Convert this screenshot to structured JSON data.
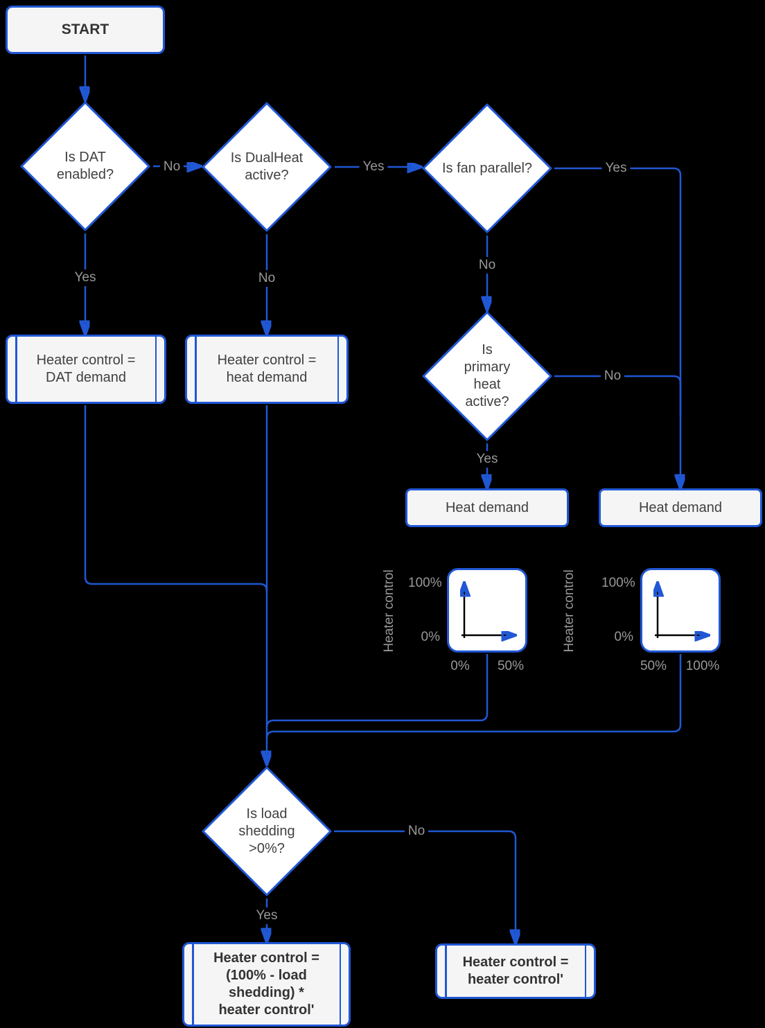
{
  "title": "Heater control flowchart",
  "colors": {
    "background": "#000000",
    "stroke": "#2057d4",
    "node_fill": "#f5f5f5",
    "diamond_fill": "#ffffff",
    "node_text": "#404040",
    "muted_label": "#999999",
    "axis": "#000000"
  },
  "nodes": {
    "start": {
      "label": "START"
    },
    "dat_enabled": {
      "label": "Is DAT enabled?"
    },
    "dualheat_active": {
      "label": "Is DualHeat active?"
    },
    "fan_parallel": {
      "label": "Is fan parallel?"
    },
    "primary_heat": {
      "label": "Is primary heat active?"
    },
    "heater_dat": {
      "label": "Heater control = DAT demand"
    },
    "heater_heat": {
      "label": "Heater control = heat demand"
    },
    "heat_demand_left": {
      "label": "Heat demand"
    },
    "heat_demand_right": {
      "label": "Heat demand"
    },
    "load_shedding": {
      "label": "Is load shedding >0%?"
    },
    "heater_shed": {
      "label": "Heater control = (100% - load shedding) * heater control'"
    },
    "heater_prime": {
      "label": "Heater control = heater control'"
    }
  },
  "edge_labels": {
    "dat_no": "No",
    "dat_yes": "Yes",
    "dualheat_yes": "Yes",
    "dualheat_no": "No",
    "fan_yes": "Yes",
    "fan_no": "No",
    "primary_yes": "Yes",
    "primary_no": "No",
    "shed_yes": "Yes",
    "shed_no": "No"
  },
  "charts": [
    {
      "ylabel": "Heater control",
      "y_ticks": [
        "100%",
        "0%"
      ],
      "x_ticks": [
        "0%",
        "50%"
      ]
    },
    {
      "ylabel": "Heater control",
      "y_ticks": [
        "100%",
        "0%"
      ],
      "x_ticks": [
        "50%",
        "100%"
      ]
    }
  ]
}
